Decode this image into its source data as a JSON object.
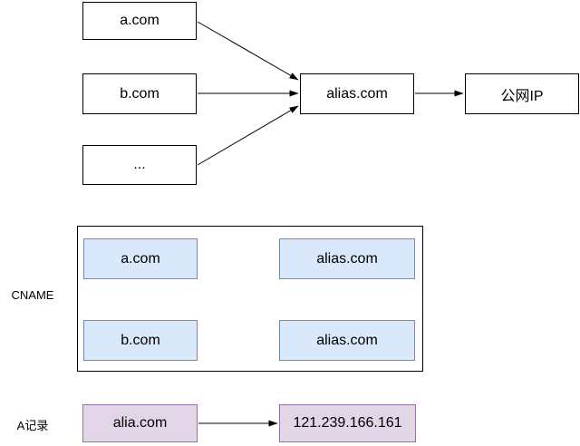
{
  "diagram": {
    "top_flow": {
      "sources": [
        {
          "label": "a.com"
        },
        {
          "label": "b.com"
        },
        {
          "label": "..."
        }
      ],
      "alias_label": "alias.com",
      "public_ip_label": "公网IP"
    },
    "cname_section": {
      "label": "CNAME",
      "rows": [
        {
          "from": "a.com",
          "to": "alias.com"
        },
        {
          "from": "b.com",
          "to": "alias.com"
        }
      ]
    },
    "a_record_section": {
      "label": "A记录",
      "from": "alia.com",
      "to": "121.239.166.161"
    },
    "colors": {
      "cname_fill": "#dae8fc",
      "cname_border": "#6c8ebf",
      "a_record_fill": "#e1d5e7",
      "a_record_border": "#9673a6",
      "line": "#000000",
      "background": "#ffffff"
    }
  }
}
